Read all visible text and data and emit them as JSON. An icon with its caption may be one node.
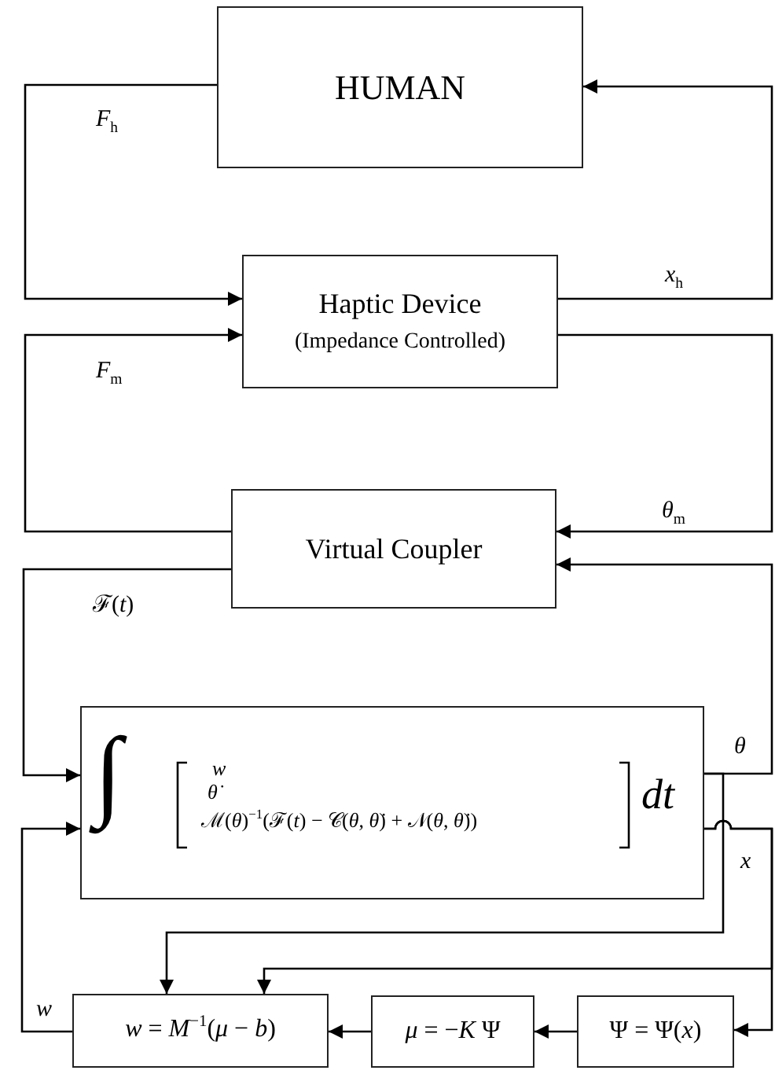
{
  "diagram": {
    "nodes": [
      {
        "text": [
          "HUMAN"
        ]
      },
      {
        "text": [
          "Haptic Device",
          "(Impedance Controlled)"
        ]
      },
      {
        "text": [
          "Virtual Coupler"
        ]
      },
      {
        "text": [
          "∫",
          "*w*",
          "*θ̇*",
          "ℳ(*θ*)$^{−1}$(ℱ(*t*) − 𝒞(*θ*, *θ̇*) + 𝒩(*θ*, *θ̇*))",
          "*dt*"
        ]
      },
      {
        "text": [
          "*w* = *M*$^{−1}$(*μ* − *b*)"
        ]
      },
      {
        "text": [
          "*μ* = −*K* Ψ"
        ]
      },
      {
        "text": [
          "Ψ = Ψ(*x*)"
        ]
      }
    ],
    "edges": [
      {
        "from": 0,
        "to": 1,
        "arrow": "to",
        "label": "*F*$_{h}$"
      },
      {
        "from": 1,
        "to": 0,
        "arrow": "to",
        "label": "*x*$_{h}$"
      },
      {
        "from": 1,
        "to": 2,
        "arrow": "to",
        "label": "*θ*$_{m}$"
      },
      {
        "from": 2,
        "to": 1,
        "arrow": "to",
        "label": "*F*$_{m}$"
      },
      {
        "from": 2,
        "to": 3,
        "arrow": "to",
        "label": "ℱ(*t*)"
      },
      {
        "from": 3,
        "to": 2,
        "arrow": "to",
        "label": "*θ*"
      },
      {
        "from": 3,
        "to": 4,
        "arrow": "to"
      },
      {
        "from": 3,
        "to": 6,
        "arrow": "to",
        "label": "*x*"
      },
      {
        "from": 3,
        "to": 4,
        "arrow": "to"
      },
      {
        "from": 6,
        "to": 5,
        "arrow": "to"
      },
      {
        "from": 5,
        "to": 4,
        "arrow": "to"
      },
      {
        "from": 4,
        "to": 3,
        "arrow": "to",
        "label": "*w*"
      }
    ]
  }
}
